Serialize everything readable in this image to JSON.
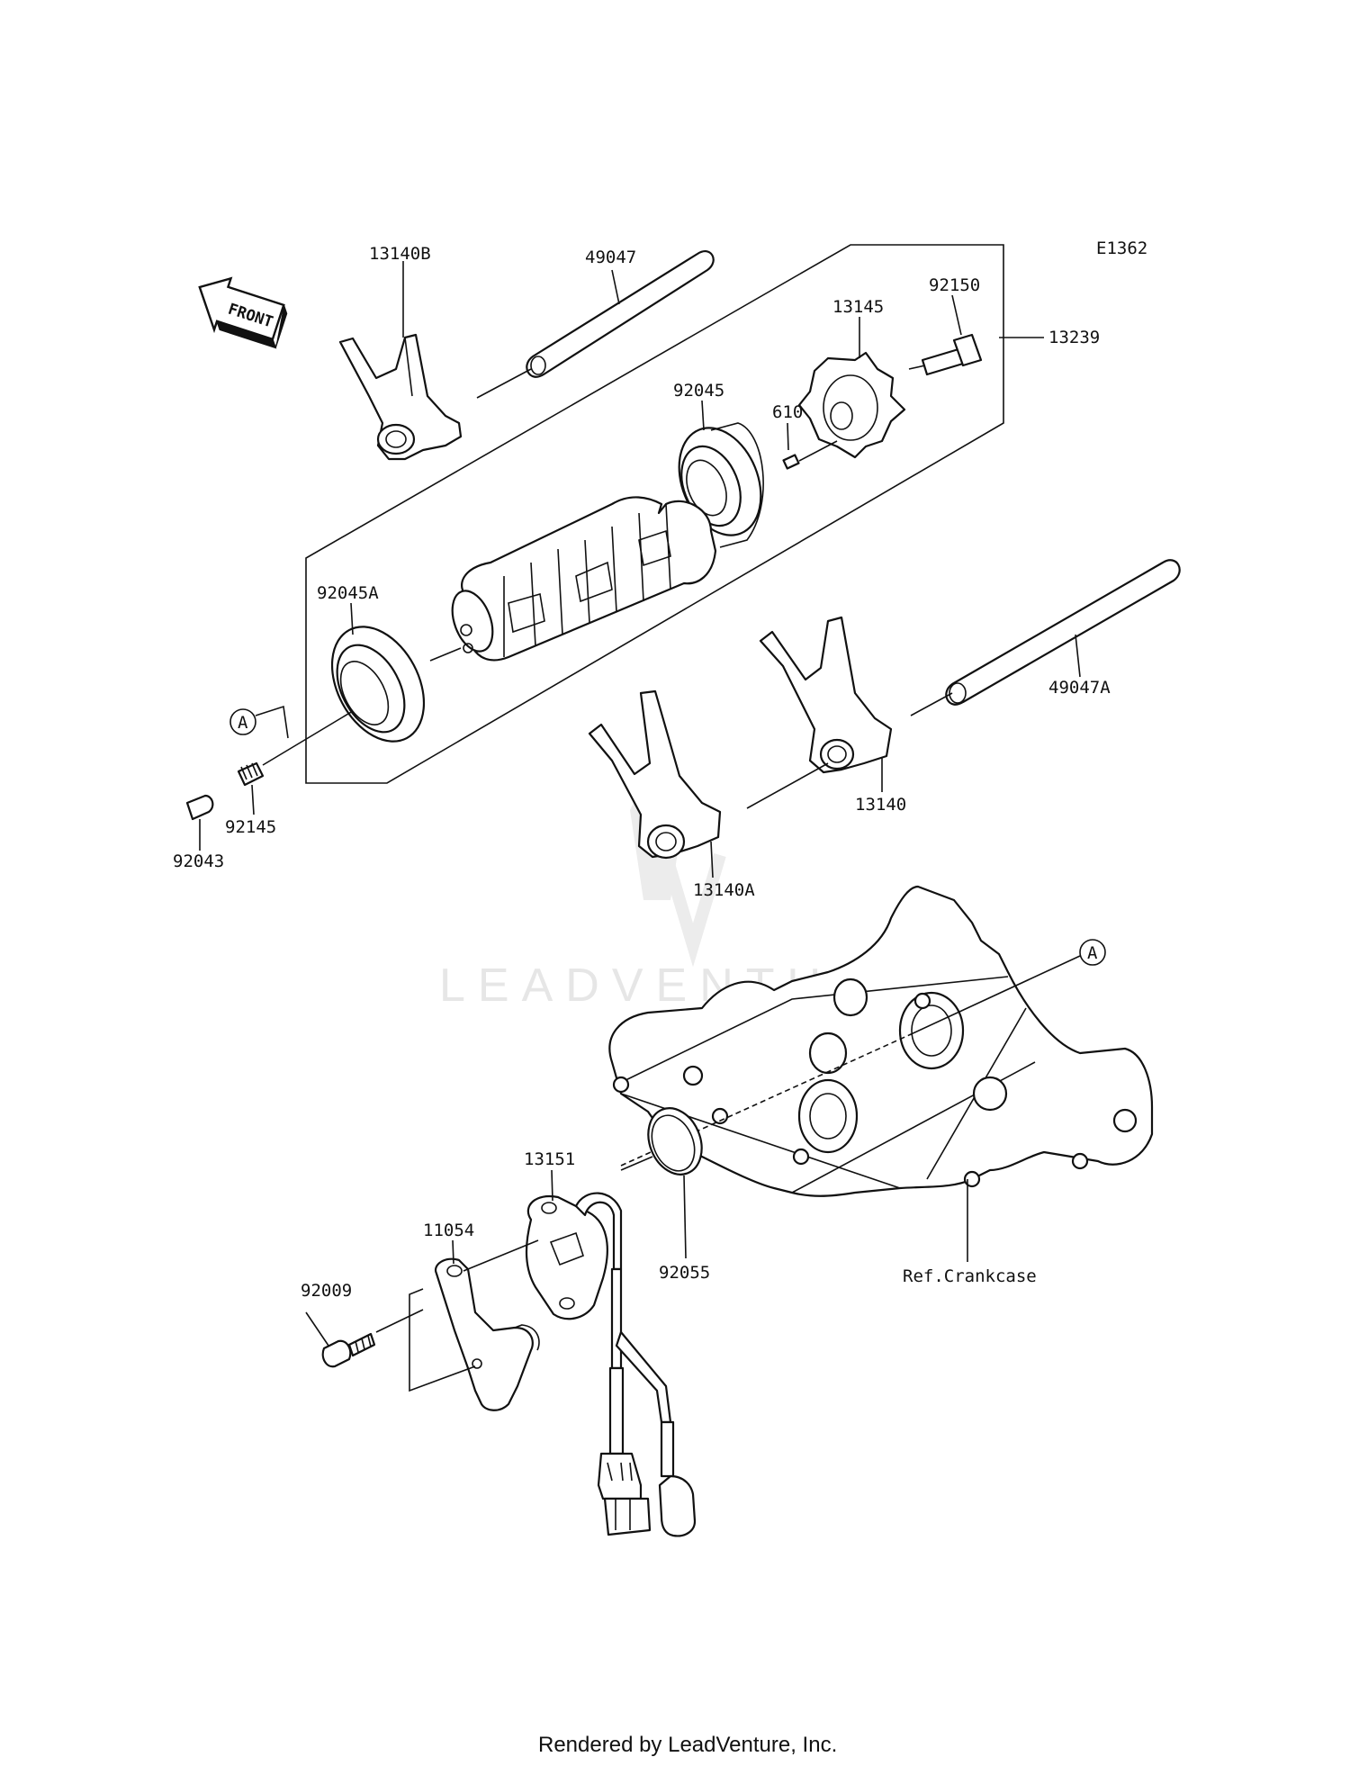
{
  "diagram_code": "E1362",
  "front_label": "FRONT",
  "watermark": "LEADVENTURE",
  "footer": "Rendered by LeadVenture, Inc.",
  "ref_marker": "A",
  "parts": {
    "p13140B": "13140B",
    "p49047": "49047",
    "p13145": "13145",
    "p92150": "92150",
    "p13239": "13239",
    "p92045": "92045",
    "p610": "610",
    "p92045A": "92045A",
    "p49047A": "49047A",
    "p13140": "13140",
    "p13140A": "13140A",
    "p92145": "92145",
    "p92043": "92043",
    "p13151": "13151",
    "p11054": "11054",
    "p92009": "92009",
    "p92055": "92055",
    "refCrankcase": "Ref.Crankcase"
  }
}
